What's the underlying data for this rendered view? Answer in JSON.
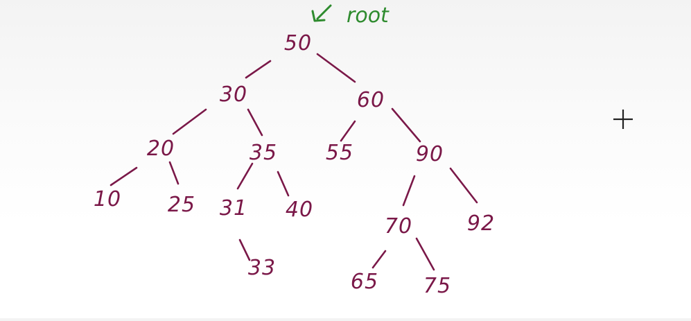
{
  "colors": {
    "ink": "#7a1848",
    "annotation": "#2e8b2e",
    "cursor": "#222222"
  },
  "root_annotation": {
    "text": "root",
    "icon": "arrow-down-left-icon"
  },
  "cursor": {
    "icon": "crosshair-cursor-icon"
  },
  "tree": {
    "nodes": [
      {
        "id": "n50",
        "label": "50"
      },
      {
        "id": "n30",
        "label": "30"
      },
      {
        "id": "n60",
        "label": "60"
      },
      {
        "id": "n20",
        "label": "20"
      },
      {
        "id": "n35",
        "label": "35"
      },
      {
        "id": "n55",
        "label": "55"
      },
      {
        "id": "n90",
        "label": "90"
      },
      {
        "id": "n10",
        "label": "10"
      },
      {
        "id": "n25",
        "label": "25"
      },
      {
        "id": "n31",
        "label": "31"
      },
      {
        "id": "n40",
        "label": "40"
      },
      {
        "id": "n70",
        "label": "70"
      },
      {
        "id": "n92",
        "label": "92"
      },
      {
        "id": "n33",
        "label": "33"
      },
      {
        "id": "n65",
        "label": "65"
      },
      {
        "id": "n75",
        "label": "75"
      }
    ],
    "edges": [
      {
        "from": "n50",
        "to": "n30"
      },
      {
        "from": "n50",
        "to": "n60"
      },
      {
        "from": "n30",
        "to": "n20"
      },
      {
        "from": "n30",
        "to": "n35"
      },
      {
        "from": "n60",
        "to": "n55"
      },
      {
        "from": "n60",
        "to": "n90"
      },
      {
        "from": "n20",
        "to": "n10"
      },
      {
        "from": "n20",
        "to": "n25"
      },
      {
        "from": "n35",
        "to": "n31"
      },
      {
        "from": "n35",
        "to": "n40"
      },
      {
        "from": "n90",
        "to": "n70"
      },
      {
        "from": "n90",
        "to": "n92"
      },
      {
        "from": "n31",
        "to": "n33"
      },
      {
        "from": "n70",
        "to": "n65"
      },
      {
        "from": "n70",
        "to": "n75"
      }
    ]
  }
}
